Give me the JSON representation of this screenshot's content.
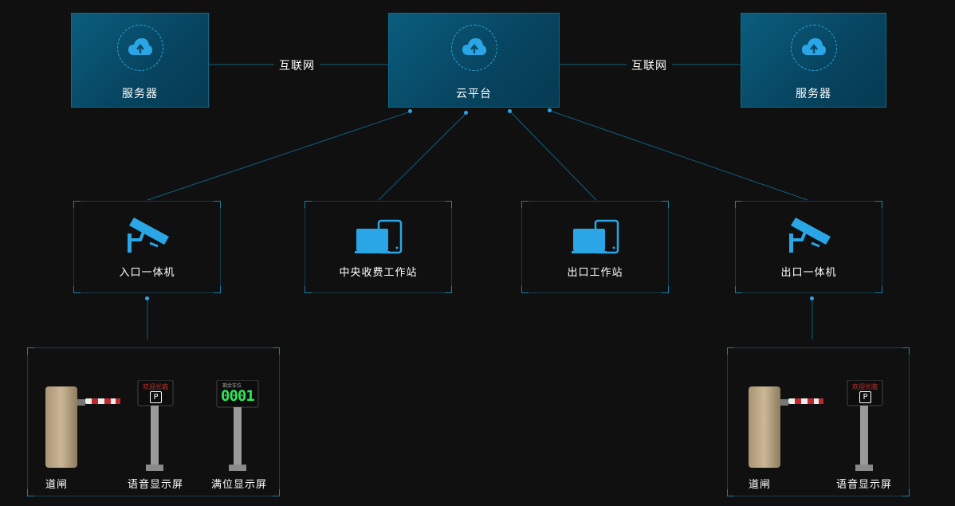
{
  "colors": {
    "background": "#101010",
    "accent": "#2aa6e6",
    "line": "#0f5f7e",
    "server_fill": "#07445f"
  },
  "servers": [
    {
      "label": "服务器",
      "icon": "cloud-upload-icon"
    },
    {
      "label": "云平台",
      "icon": "cloud-upload-icon"
    },
    {
      "label": "服务器",
      "icon": "cloud-upload-icon"
    }
  ],
  "network_labels": [
    "互联网",
    "互联网"
  ],
  "nodes": [
    {
      "label": "入口一体机",
      "icon": "camera-icon"
    },
    {
      "label": "中央收费工作站",
      "icon": "computer-icon"
    },
    {
      "label": "出口工作站",
      "icon": "computer-icon"
    },
    {
      "label": "出口一体机",
      "icon": "camera-icon"
    }
  ],
  "devices_left": [
    {
      "label": "道闸",
      "icon": "barrier-gate-icon"
    },
    {
      "label": "语音显示屏",
      "icon": "voice-display-icon",
      "screen_text": "欢迎光临",
      "badge": "P"
    },
    {
      "label": "满位显示屏",
      "icon": "space-display-icon",
      "screen_text": "剩余车位",
      "digits": "0001"
    }
  ],
  "devices_right": [
    {
      "label": "道闸",
      "icon": "barrier-gate-icon"
    },
    {
      "label": "语音显示屏",
      "icon": "voice-display-icon",
      "screen_text": "欢迎光临",
      "badge": "P"
    }
  ]
}
